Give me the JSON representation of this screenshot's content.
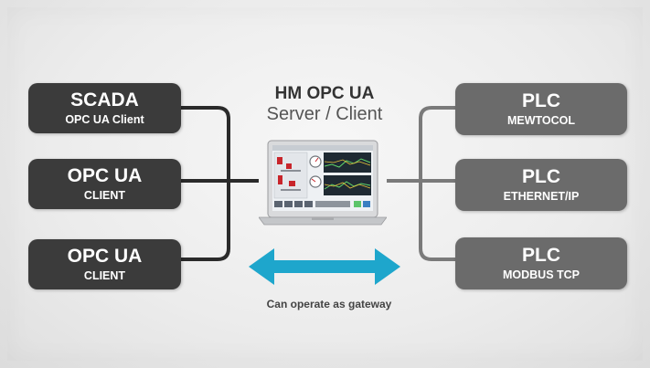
{
  "diagram": {
    "center": {
      "title": "HM OPC UA",
      "subtitle": "Server / Client"
    },
    "left_boxes": [
      {
        "line1": "SCADA",
        "line2": "OPC UA Client"
      },
      {
        "line1": "OPC UA",
        "line2": "CLIENT"
      },
      {
        "line1": "OPC UA",
        "line2": "CLIENT"
      }
    ],
    "right_boxes": [
      {
        "line1": "PLC",
        "line2": "MEWTOCOL"
      },
      {
        "line1": "PLC",
        "line2": "ETHERNET/IP"
      },
      {
        "line1": "PLC",
        "line2": "MODBUS TCP"
      }
    ],
    "gateway_label": "Can operate as gateway",
    "colors": {
      "left_box": "#3b3b3b",
      "right_box": "#6b6b6b",
      "left_connector": "#2a2a2a",
      "right_connector": "#7a7a7a",
      "arrow": "#1ea6cc"
    }
  }
}
